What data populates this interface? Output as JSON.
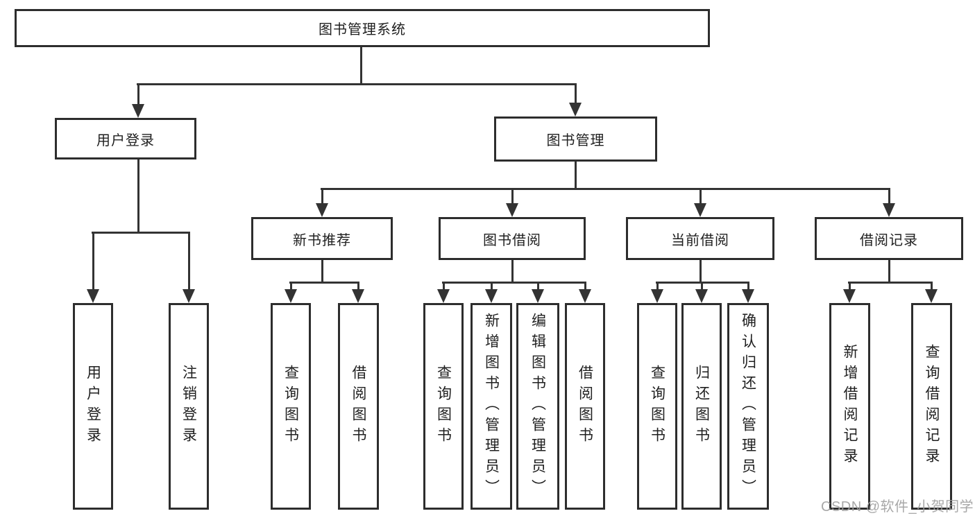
{
  "diagram": {
    "nodes": {
      "root": "图书管理系统",
      "user_login": "用户登录",
      "book_mgmt": "图书管理",
      "new_book_rec": "新书推荐",
      "book_borrow": "图书借阅",
      "current_borrow": "当前借阅",
      "borrow_records": "借阅记录",
      "leaf_user_login": "用户登录",
      "leaf_logout": "注销登录",
      "leaf_rec_query": "查询图书",
      "leaf_rec_borrow": "借阅图书",
      "leaf_bor_query": "查询图书",
      "leaf_bor_add": "新增图书（管理员）",
      "leaf_bor_edit": "编辑图书（管理员）",
      "leaf_bor_borrow": "借阅图书",
      "leaf_cur_query": "查询图书",
      "leaf_cur_return": "归还图书",
      "leaf_cur_confirm": "确认归还（管理员）",
      "leaf_recd_add": "新增借阅记录",
      "leaf_recd_query": "查询借阅记录"
    },
    "watermark": "CSDN @软件_小贺同学",
    "colors": {
      "line": "#333333",
      "border": "#2d2d2d",
      "text": "#1f1f1f",
      "watermark": "#9e9e9e",
      "background": "#ffffff"
    }
  }
}
